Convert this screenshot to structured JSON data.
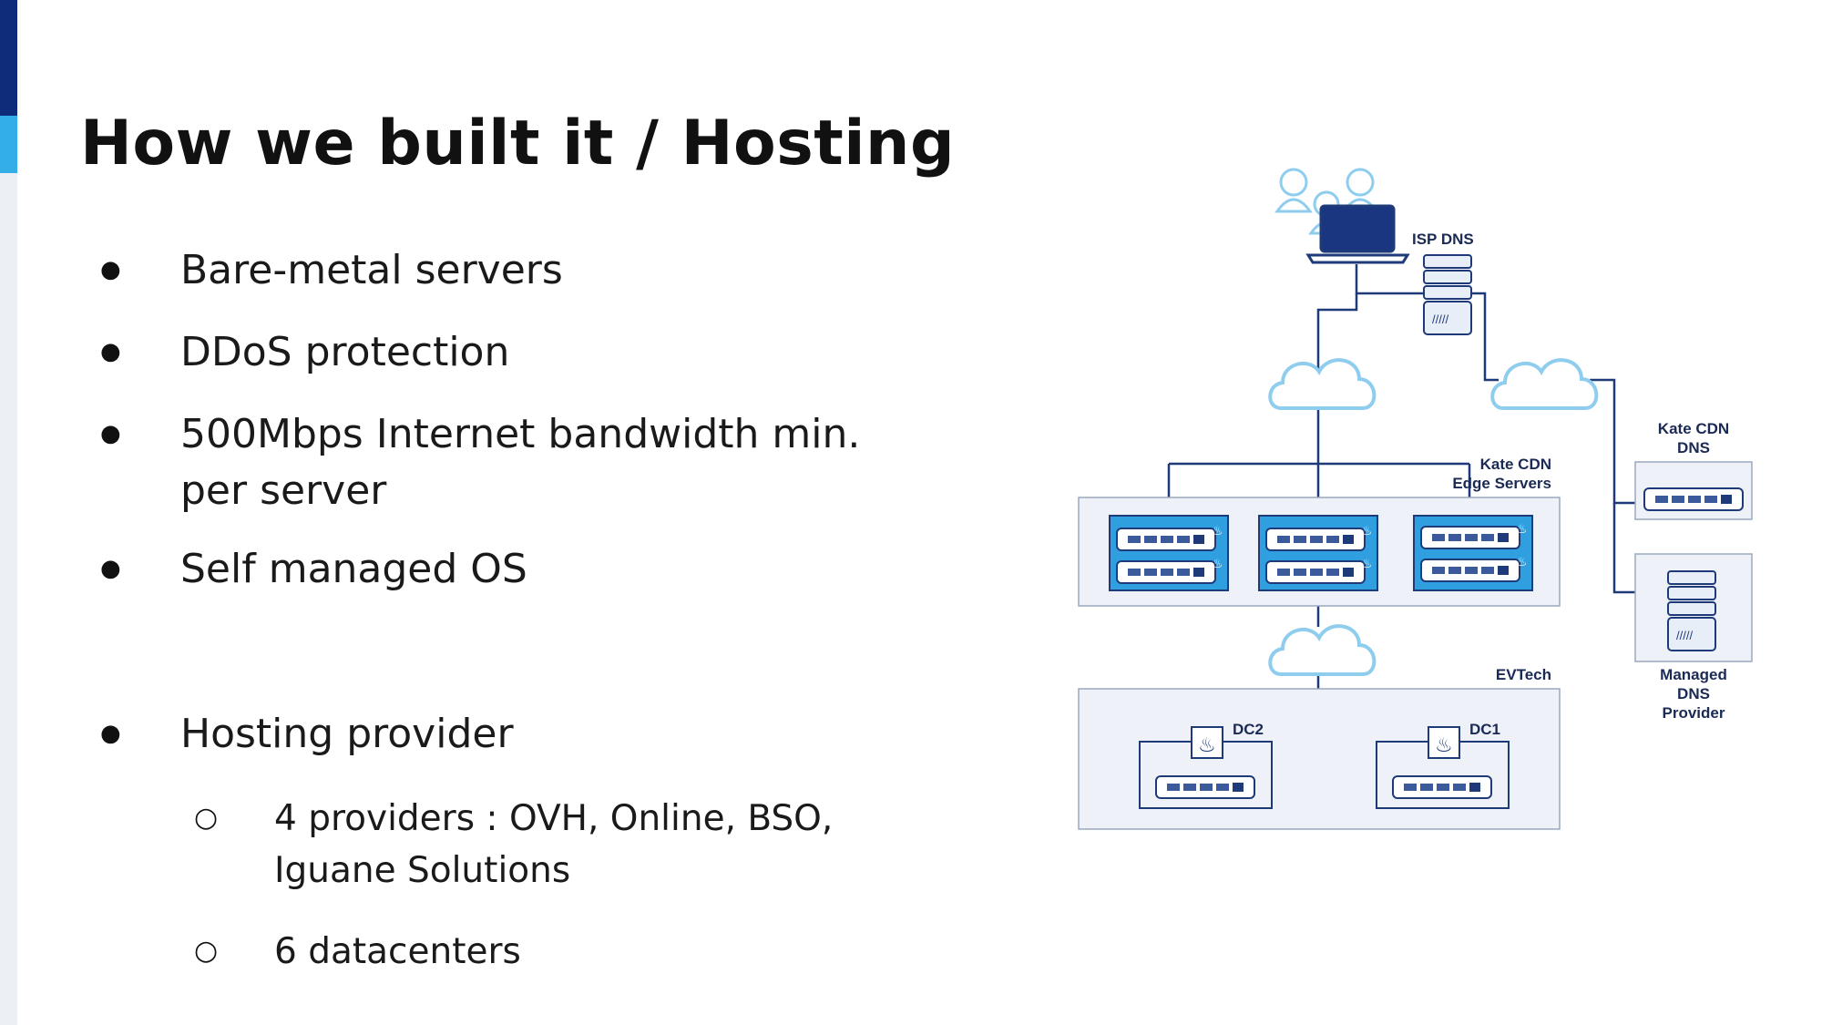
{
  "slide": {
    "title": "How we built it / Hosting",
    "bullets": [
      "Bare-metal servers",
      "DDoS protection",
      "500Mbps Internet bandwidth min. per server",
      "Self managed OS",
      "Hosting provider"
    ],
    "sub_bullets": [
      "4 providers : OVH, Online, BSO, Iguane Solutions",
      "6 datacenters"
    ]
  },
  "diagram": {
    "labels": {
      "isp_dns": "ISP DNS",
      "kate_cdn_dns_line1": "Kate CDN",
      "kate_cdn_dns_line2": "DNS",
      "kate_cdn_edge_line1": "Kate CDN",
      "kate_cdn_edge_line2": "Edge Servers",
      "evtech": "EVTech",
      "dc2": "DC2",
      "dc1": "DC1",
      "managed_dns_line1": "Managed",
      "managed_dns_line2": "DNS",
      "managed_dns_line3": "Provider"
    },
    "colors": {
      "line": "#1e3a78",
      "server_fill": "#2f9fe0",
      "box_fill": "#eef2f8",
      "cloud_stroke": "#7ec8ec"
    }
  }
}
